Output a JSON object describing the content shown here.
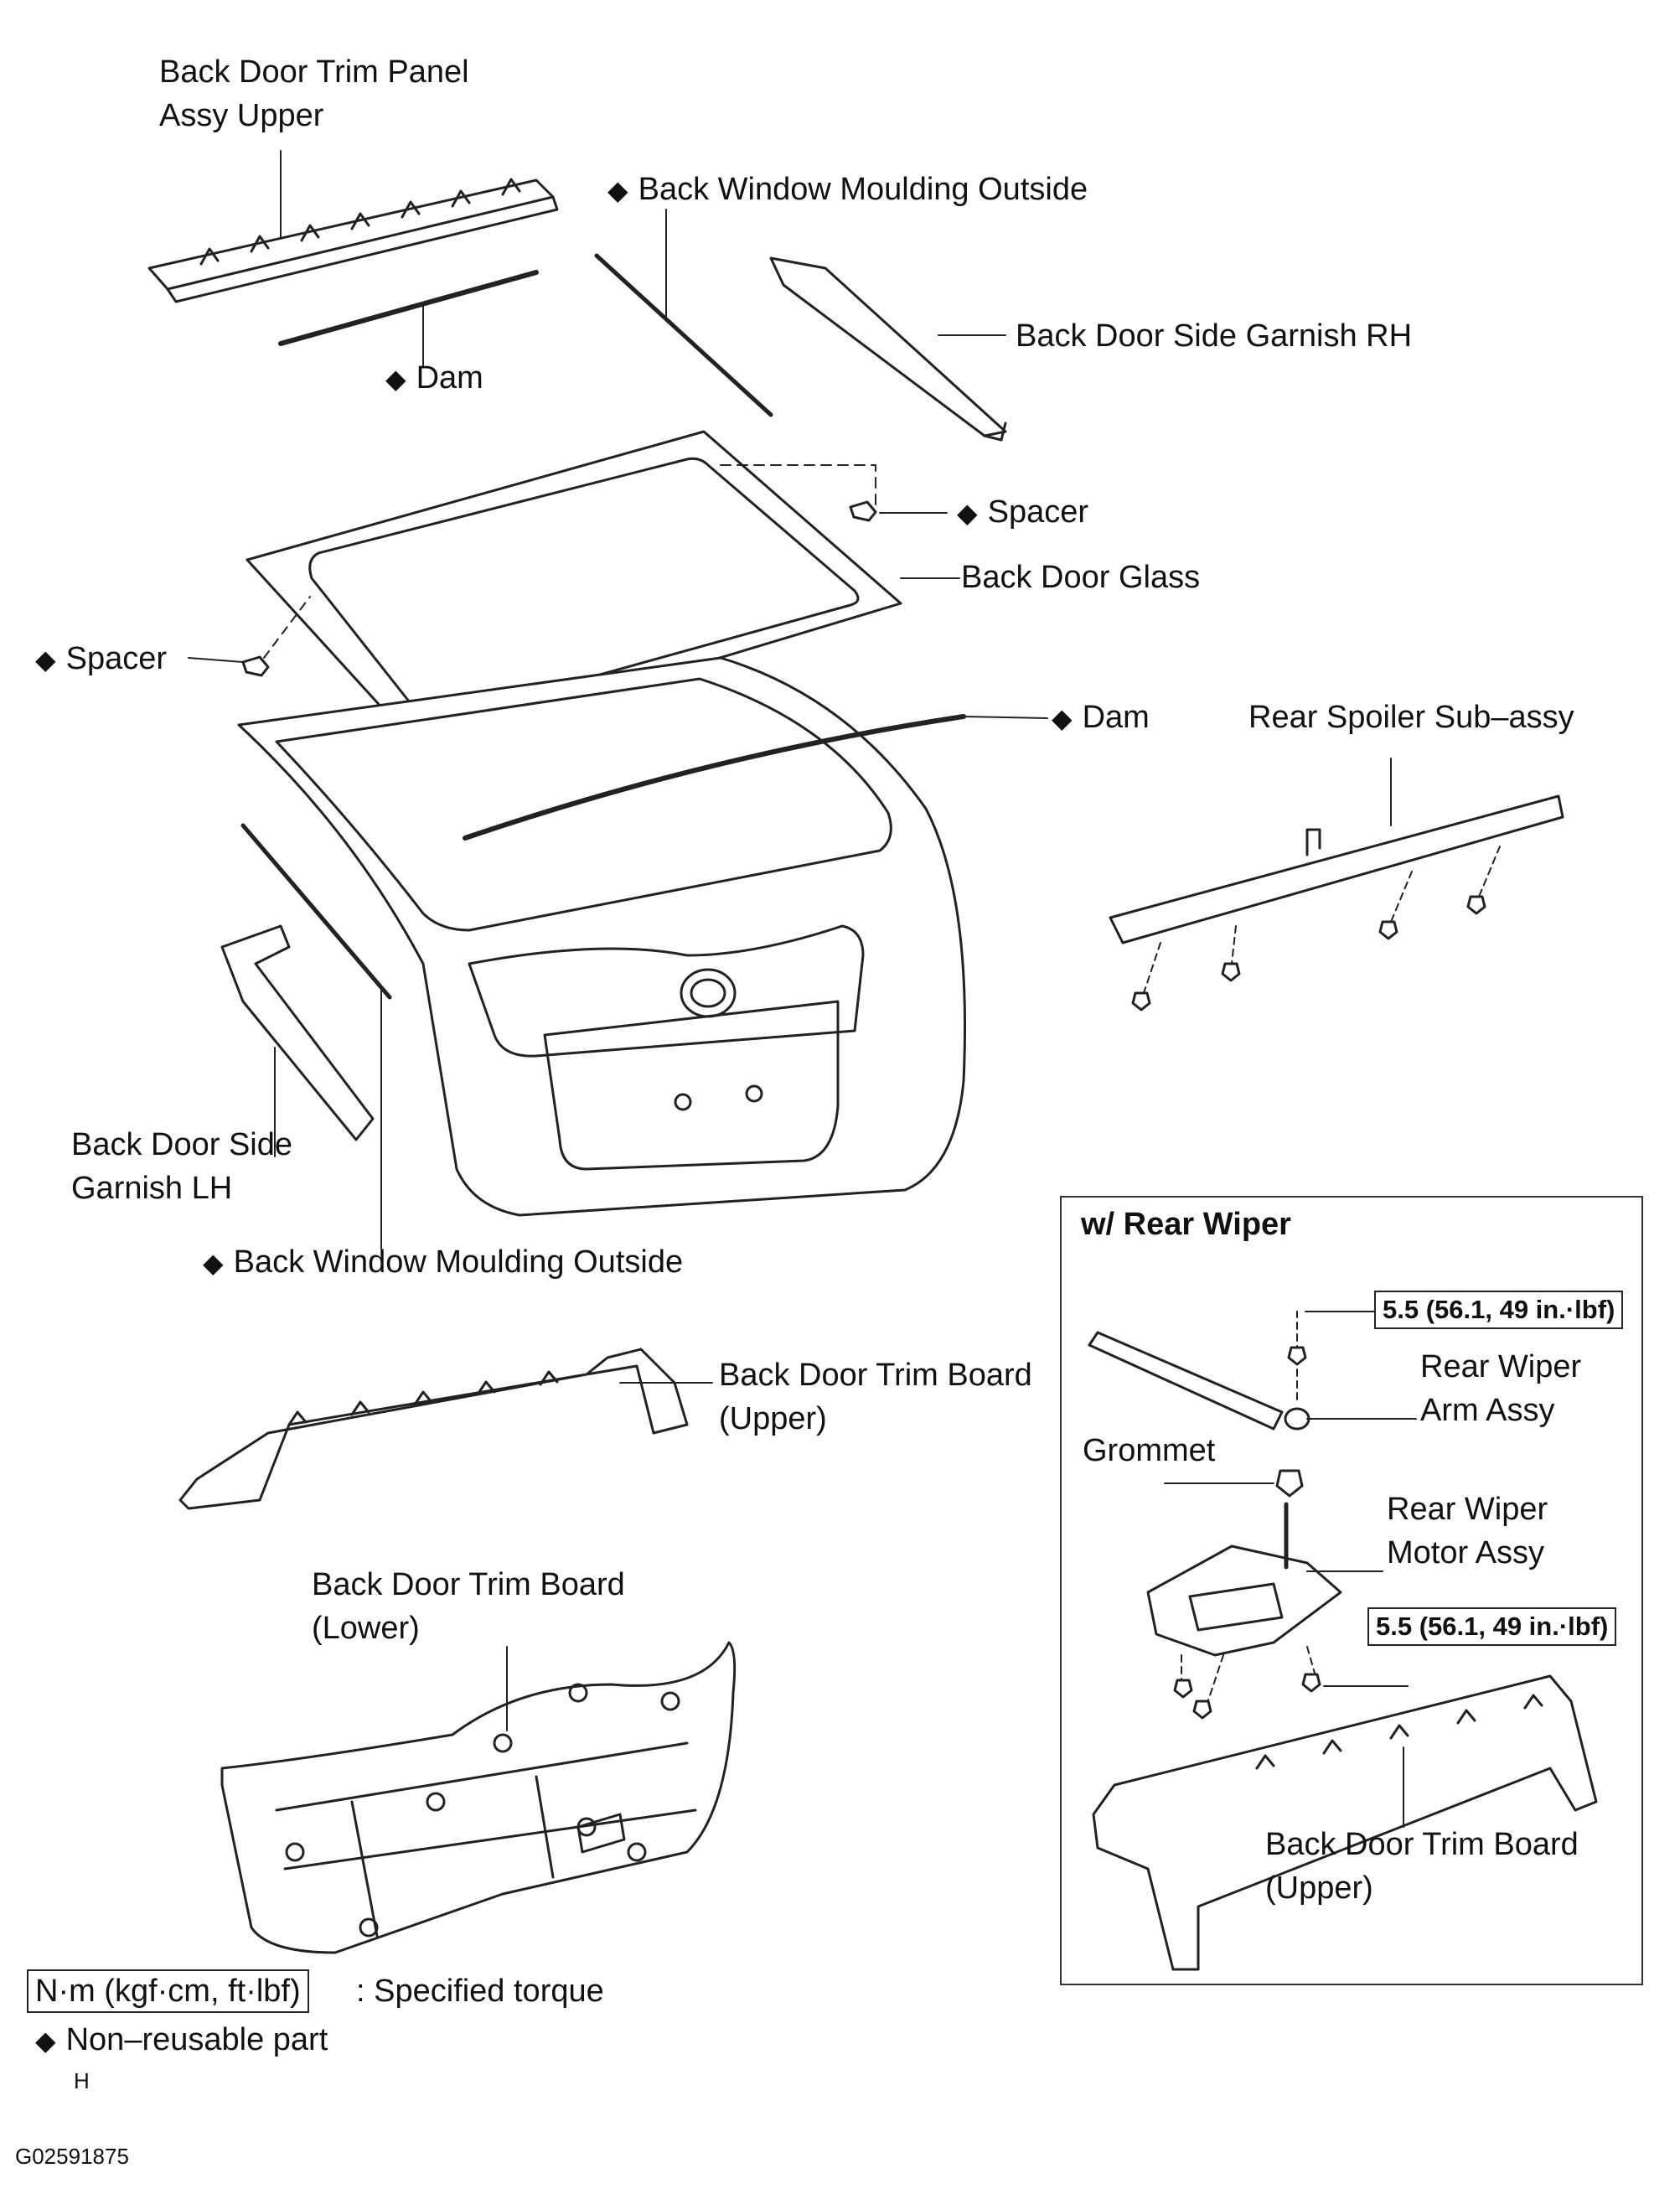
{
  "labels": {
    "trim_panel_upper": "Back Door Trim Panel\nAssy Upper",
    "moulding_outside_top": "Back Window Moulding Outside",
    "side_garnish_rh": "Back Door Side Garnish RH",
    "dam_top": "Dam",
    "spacer_right": "Spacer",
    "back_door_glass": "Back Door Glass",
    "spacer_left": "Spacer",
    "dam_middle": "Dam",
    "rear_spoiler": "Rear Spoiler Sub–assy",
    "side_garnish_lh": "Back Door Side\nGarnish LH",
    "moulding_outside_bottom": "Back Window Moulding Outside",
    "trim_board_upper": "Back Door Trim Board\n(Upper)",
    "trim_board_lower": "Back Door Trim Board\n(Lower)"
  },
  "inset": {
    "title": "w/ Rear Wiper",
    "torque_top": "5.5 (56.1, 49 in.·lbf)",
    "wiper_arm": "Rear Wiper\nArm Assy",
    "grommet": "Grommet",
    "wiper_motor": "Rear Wiper\nMotor Assy",
    "torque_bottom": "5.5 (56.1, 49 in.·lbf)",
    "trim_board_upper": "Back Door Trim Board\n(Upper)"
  },
  "legend": {
    "torque_unit": "N·m (kgf·cm, ft·lbf)",
    "torque_text": ": Specified torque",
    "non_reusable": "Non–reusable part",
    "h_mark": "H",
    "figure_id": "G02591875"
  },
  "non_reusable_marker": "◆"
}
